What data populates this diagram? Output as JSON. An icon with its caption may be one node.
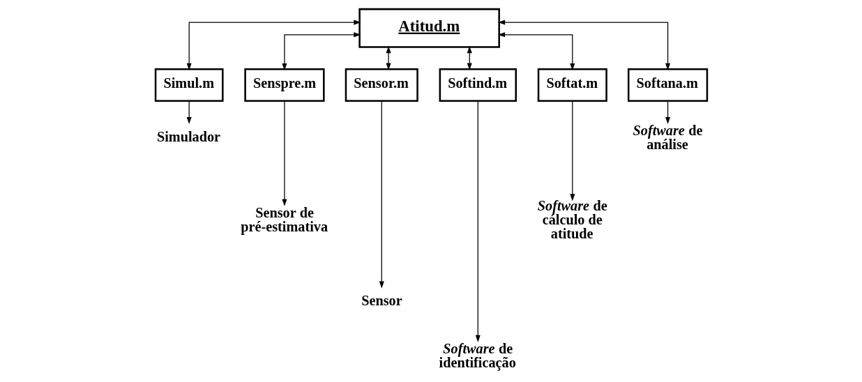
{
  "diagram": {
    "nodes": [
      {
        "text": [
          "Atitud.m"
        ]
      },
      {
        "text": [
          "Simul.m"
        ]
      },
      {
        "text": [
          "Senspre.m"
        ]
      },
      {
        "text": [
          "Sensor.m"
        ]
      },
      {
        "text": [
          "Softind.m"
        ]
      },
      {
        "text": [
          "Softat.m"
        ]
      },
      {
        "text": [
          "Softana.m"
        ]
      },
      {
        "text": [
          "Simulador"
        ]
      },
      {
        "text": [
          "Sensor de pré-estimativa"
        ]
      },
      {
        "text": [
          "Sensor"
        ]
      },
      {
        "text": [
          "*Software* de identificação"
        ]
      },
      {
        "text": [
          "*Software* de cálculo de atitude"
        ]
      },
      {
        "text": [
          "*Software* de análise"
        ]
      }
    ],
    "edges": [
      {
        "from": 0,
        "to": 1,
        "arrow": "both"
      },
      {
        "from": 0,
        "to": 2,
        "arrow": "both"
      },
      {
        "from": 0,
        "to": 3,
        "arrow": "both"
      },
      {
        "from": 0,
        "to": 4,
        "arrow": "both"
      },
      {
        "from": 0,
        "to": 5,
        "arrow": "both"
      },
      {
        "from": 0,
        "to": 6,
        "arrow": "both"
      },
      {
        "from": 1,
        "to": 7,
        "arrow": "to"
      },
      {
        "from": 2,
        "to": 8,
        "arrow": "to"
      },
      {
        "from": 3,
        "to": 9,
        "arrow": "to"
      },
      {
        "from": 4,
        "to": 10,
        "arrow": "to"
      },
      {
        "from": 5,
        "to": 11,
        "arrow": "to"
      },
      {
        "from": 6,
        "to": 12,
        "arrow": "to"
      }
    ]
  }
}
